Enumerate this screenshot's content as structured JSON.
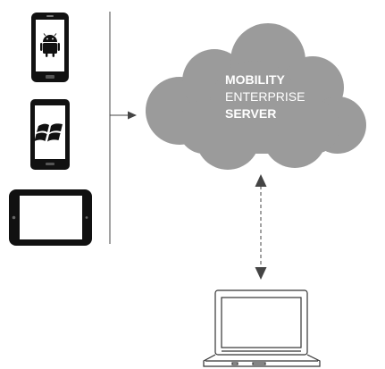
{
  "cloud": {
    "line1": "MOBILITY",
    "line2": "ENTERPRISE",
    "line3": "SERVER",
    "fill_color": "#9b9b9b",
    "text_color": "#ffffff"
  },
  "devices": {
    "items": [
      "android-phone",
      "windows-phone",
      "tablet"
    ],
    "laptop": "laptop"
  },
  "colors": {
    "device_body": "#111111",
    "line": "#444444"
  }
}
